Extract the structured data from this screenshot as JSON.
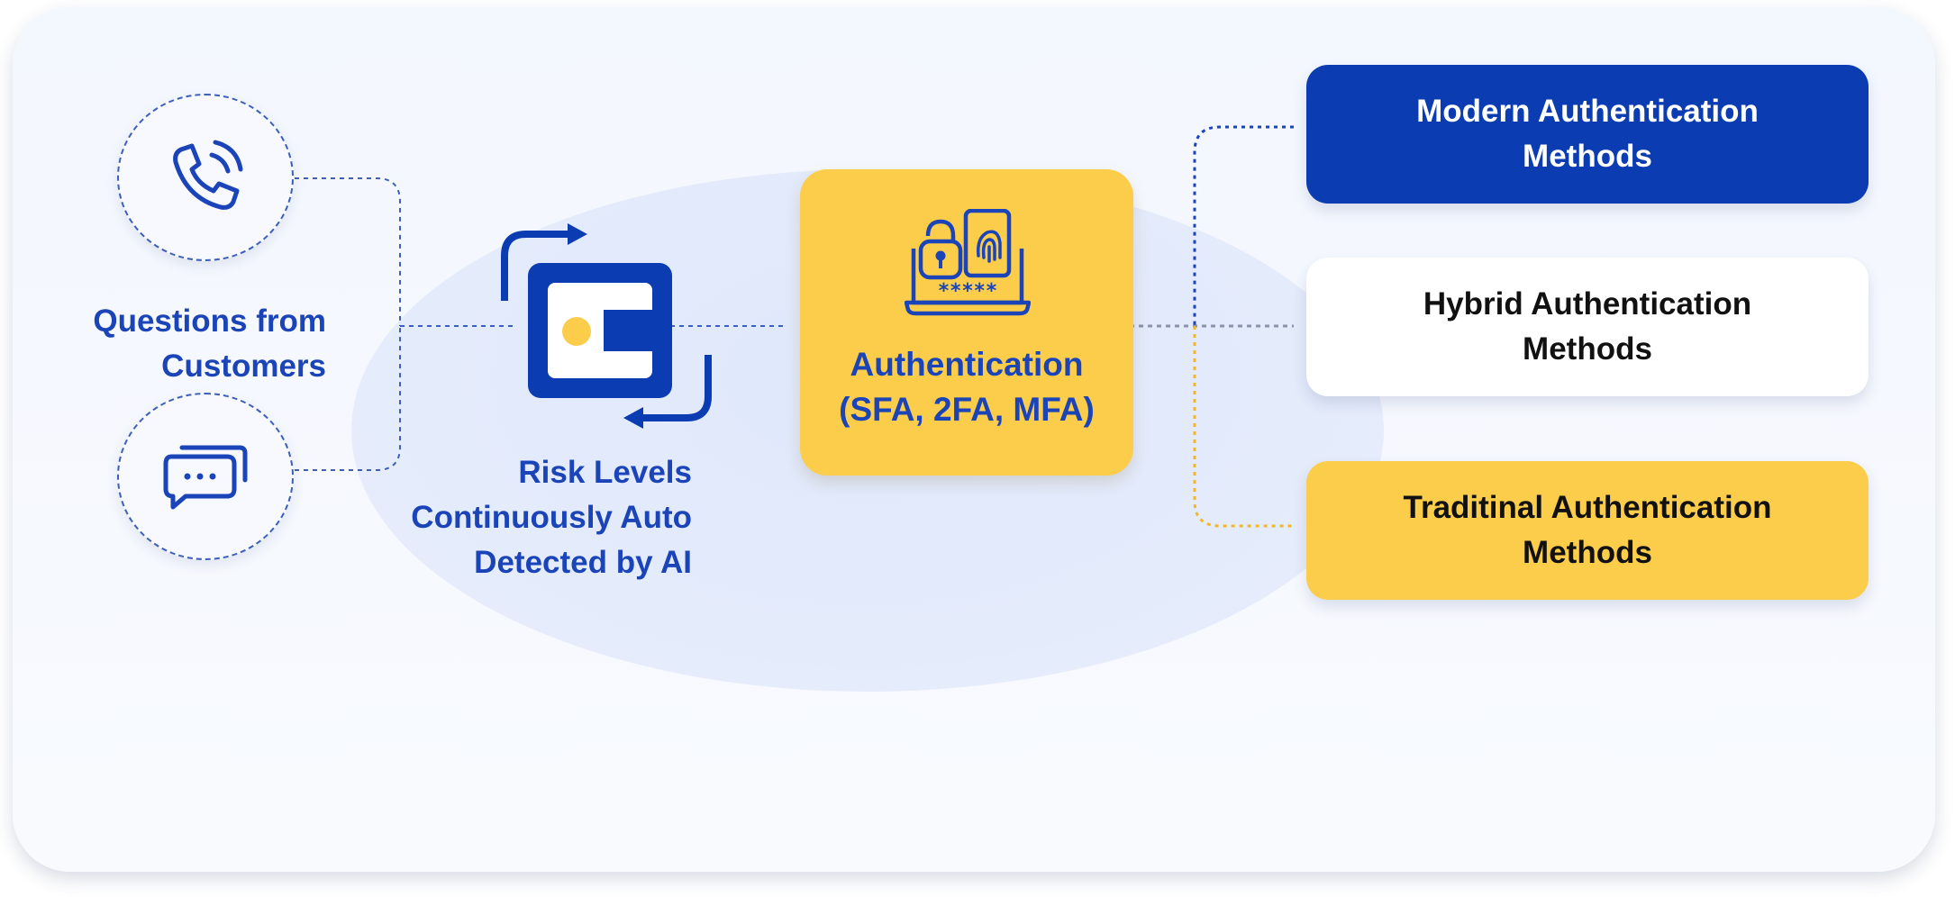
{
  "customers": {
    "label_line1": "Questions from",
    "label_line2": "Customers",
    "phone_icon": "phone-call-icon",
    "chat_icon": "chat-bubbles-icon"
  },
  "risk": {
    "line1": "Risk Levels",
    "line2": "Continuously Auto",
    "line3": "Detected by AI",
    "icon": "ai-risk-cycle-icon"
  },
  "authentication": {
    "line1": "Authentication",
    "line2": "(SFA, 2FA, MFA)",
    "icon": "lock-fingerprint-laptop-icon"
  },
  "methods": [
    {
      "line1": "Modern Authentication",
      "line2": "Methods"
    },
    {
      "line1": "Hybrid Authentication",
      "line2": "Methods"
    },
    {
      "line1": "Traditinal Authentication",
      "line2": "Methods"
    }
  ],
  "colors": {
    "brand_blue": "#0b3cb2",
    "accent_yellow": "#fbcd4a",
    "text_blue": "#1a44b8"
  }
}
